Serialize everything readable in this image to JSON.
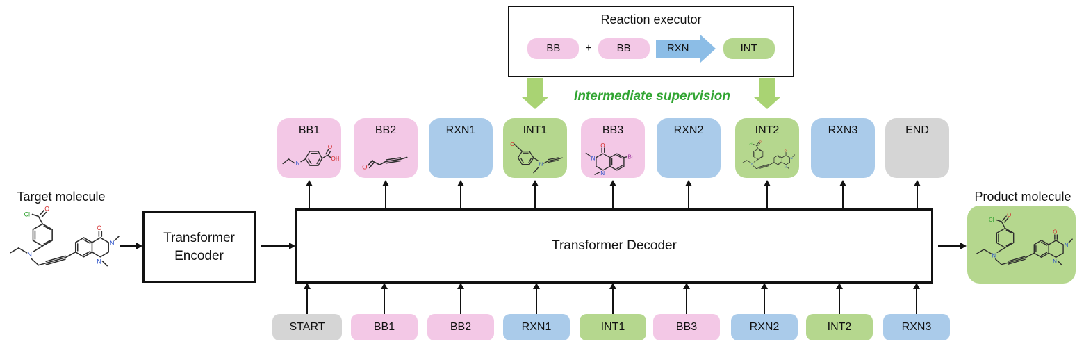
{
  "reaction_executor": {
    "title": "Reaction executor",
    "bb_labels": [
      "BB",
      "BB"
    ],
    "plus": "+",
    "rxn_label": "RXN",
    "int_label": "INT"
  },
  "supervision_label": "Intermediate supervision",
  "target_label": "Target molecule",
  "product_label": "Product molecule",
  "encoder_label": "Transformer Encoder",
  "decoder_label": "Transformer Decoder",
  "output_tokens": [
    {
      "label": "BB1",
      "type": "pink",
      "has_molecule": true
    },
    {
      "label": "BB2",
      "type": "pink",
      "has_molecule": true
    },
    {
      "label": "RXN1",
      "type": "blue",
      "has_molecule": false
    },
    {
      "label": "INT1",
      "type": "green",
      "has_molecule": true
    },
    {
      "label": "BB3",
      "type": "pink",
      "has_molecule": true
    },
    {
      "label": "RXN2",
      "type": "blue",
      "has_molecule": false
    },
    {
      "label": "INT2",
      "type": "green",
      "has_molecule": true
    },
    {
      "label": "RXN3",
      "type": "blue",
      "has_molecule": false
    },
    {
      "label": "END",
      "type": "gray",
      "has_molecule": false
    }
  ],
  "input_tokens": [
    {
      "label": "START",
      "type": "gray"
    },
    {
      "label": "BB1",
      "type": "pink"
    },
    {
      "label": "BB2",
      "type": "pink"
    },
    {
      "label": "RXN1",
      "type": "blue"
    },
    {
      "label": "INT1",
      "type": "green"
    },
    {
      "label": "BB3",
      "type": "pink"
    },
    {
      "label": "RXN2",
      "type": "blue"
    },
    {
      "label": "INT2",
      "type": "green"
    },
    {
      "label": "RXN3",
      "type": "blue"
    }
  ],
  "colors": {
    "pink": "#f3c8e6",
    "blue": "#aacbea",
    "green": "#b5d78e",
    "gray": "#d5d5d5",
    "green_arrow": "#a9d373",
    "supervision_green": "#31a532"
  }
}
